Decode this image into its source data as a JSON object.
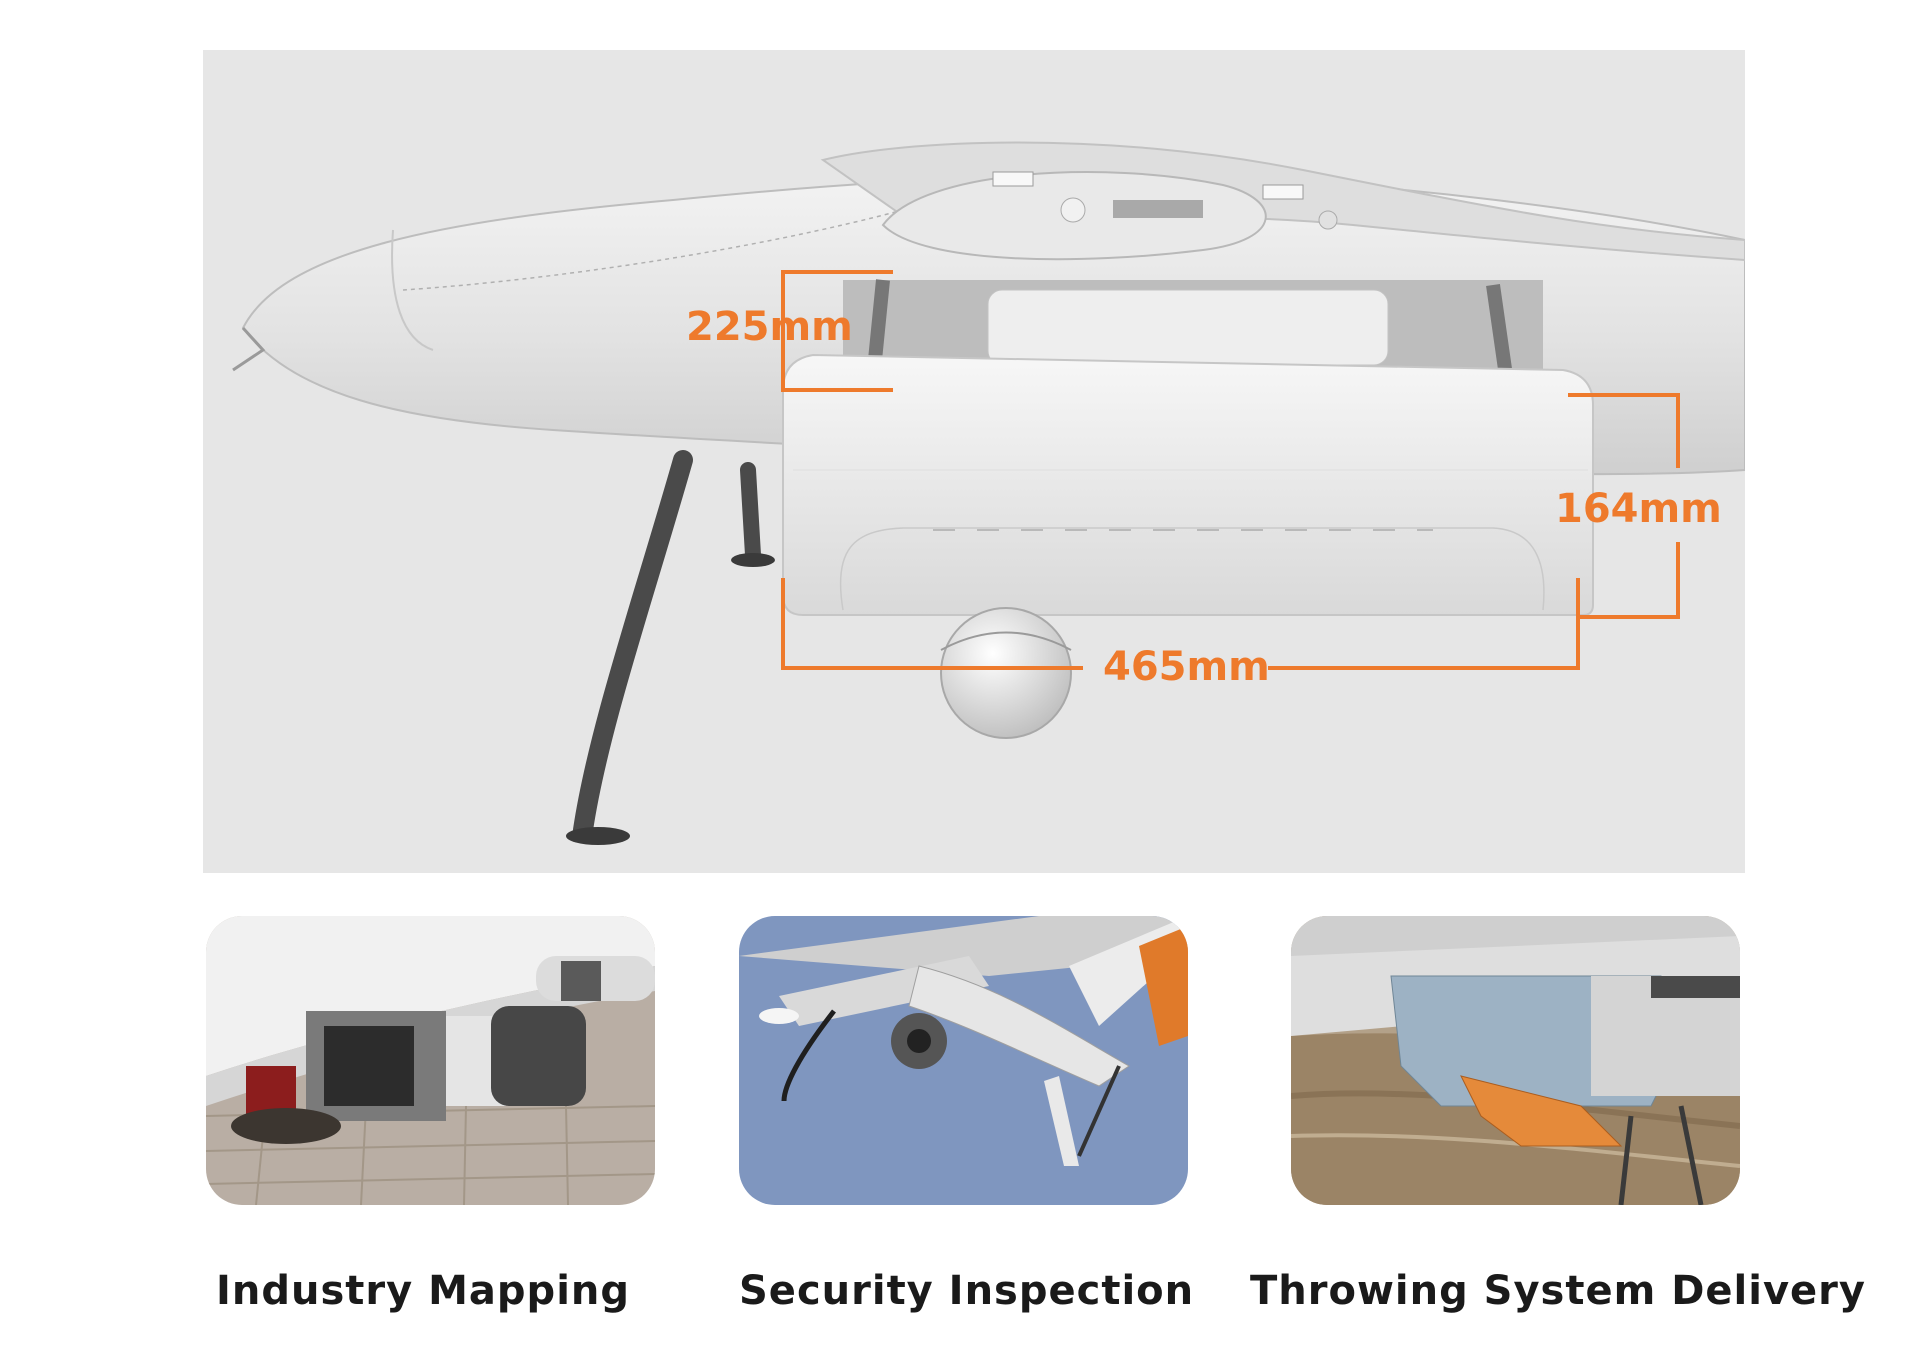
{
  "hero": {
    "dimensions": {
      "height": "225mm",
      "depth": "164mm",
      "length": "465mm"
    },
    "accent_color": "#ee7a2c"
  },
  "applications": [
    {
      "label": "Industry Mapping"
    },
    {
      "label": "Security Inspection"
    },
    {
      "label": "Throwing System Delivery"
    }
  ]
}
